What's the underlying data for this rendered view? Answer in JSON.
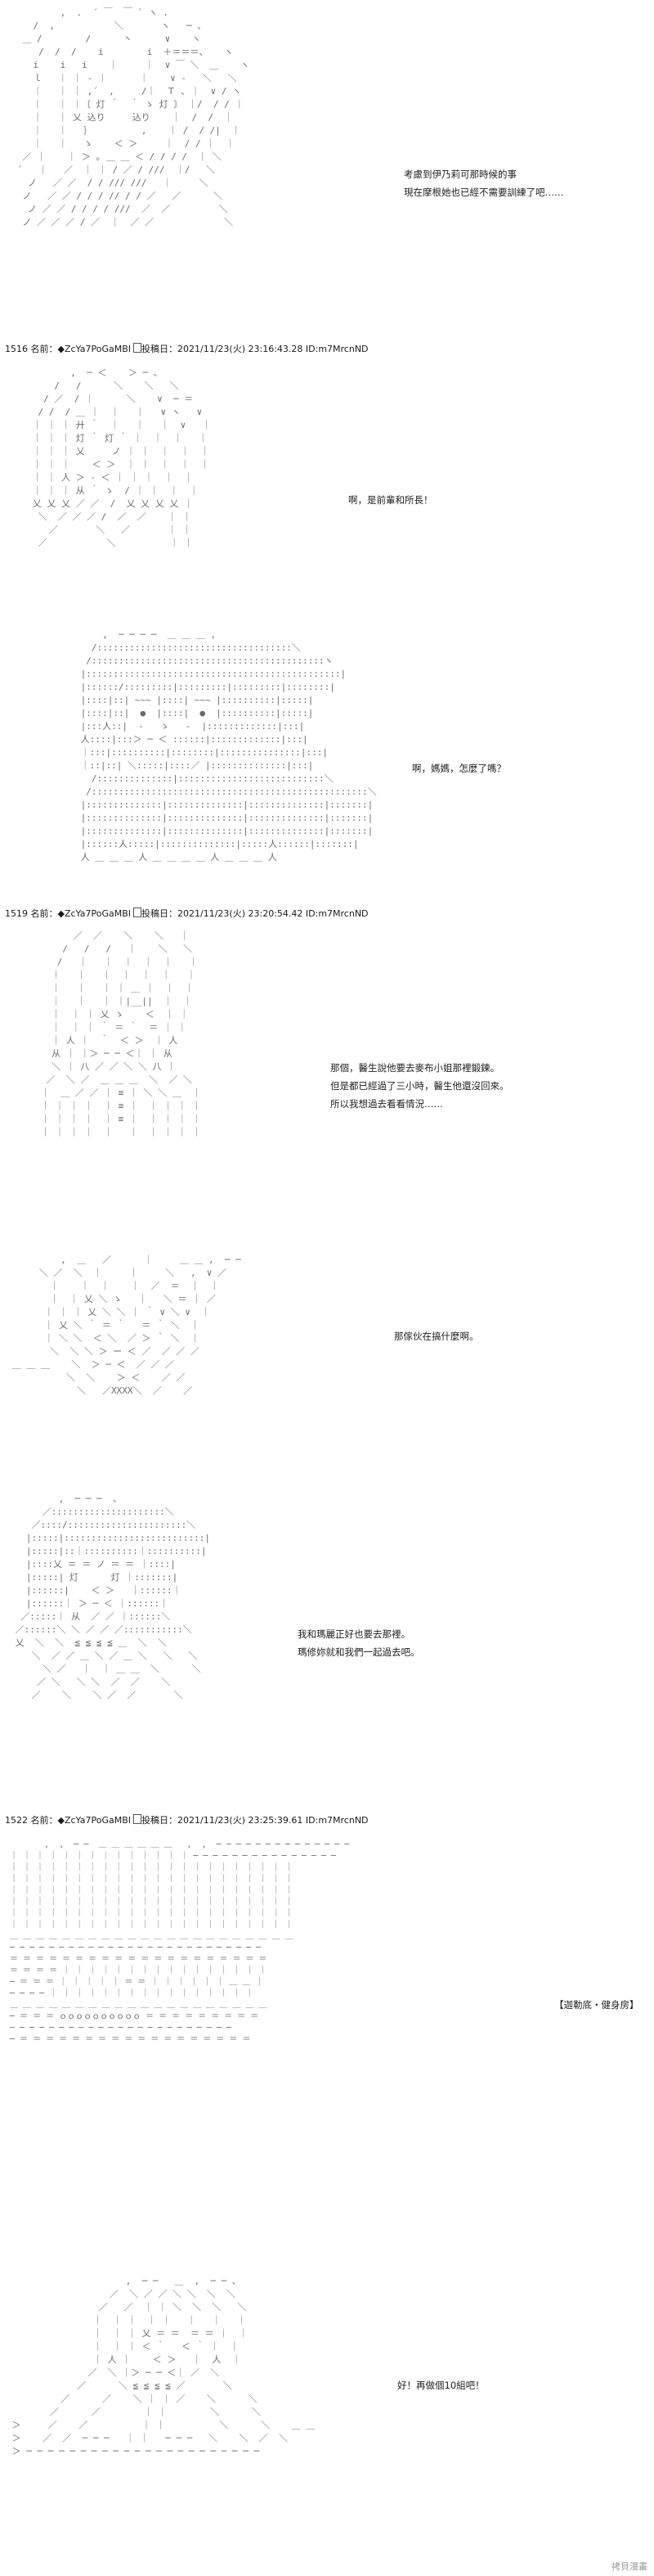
{
  "posts": [
    {
      "number": "1516",
      "name_label": "名前：",
      "tripcode": "◆ZcYa7PoGaMBI",
      "posted_label": "投稿日：",
      "date": "2021/11/23(火) 23:16:43.28",
      "id": "ID:m7MrcnND"
    },
    {
      "number": "1519",
      "name_label": "名前：",
      "tripcode": "◆ZcYa7PoGaMBI",
      "posted_label": "投稿日：",
      "date": "2021/11/23(火) 23:20:54.42",
      "id": "ID:m7MrcnND"
    },
    {
      "number": "1522",
      "name_label": "名前：",
      "tripcode": "◆ZcYa7PoGaMBI",
      "posted_label": "投稿日：",
      "date": "2021/11/23(火) 23:25:39.61",
      "id": "ID:m7MrcnND"
    }
  ],
  "dialogues": [
    [
      "考慮到伊乃莉可那時候的事",
      "現在摩根她也已經不需要訓練了吧……"
    ],
    [
      "啊，是前輩和所長！"
    ],
    [
      "啊，媽媽，怎麼了嗎？"
    ],
    [
      "那個，醫生說他要去麥布小姐那裡鍛鍊。",
      "但是都已經過了三小時，醫生他還沒回來。",
      "所以我想過去看看情況……"
    ],
    [
      "那傢伙在搞什麼啊。"
    ],
    [
      "我和瑪麗正好也要去那裡。",
      "瑪修妳就和我們一起過去吧。"
    ],
    [
      "好！再做個10組吧！"
    ]
  ],
  "location_label": "【迦勒底・健身房】",
  "watermark": "拷貝漫畫"
}
